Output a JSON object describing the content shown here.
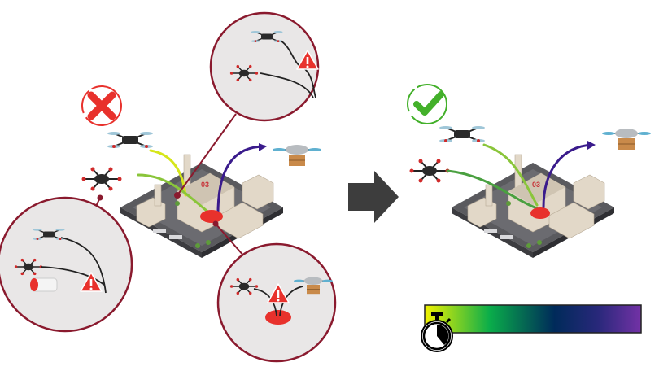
{
  "scenes": {
    "before": {
      "status": "fail",
      "building_label": "03"
    },
    "after": {
      "status": "success",
      "building_label": "03"
    }
  },
  "colors": {
    "callout_border": "#8a1a2e",
    "callout_fill": "#e9e7e7",
    "fail": "#e8312c",
    "success": "#43b02a",
    "warning": "#e8312c",
    "arrow": "#3d3d3d",
    "colorbar": [
      "#f2f200",
      "#0aad4a",
      "#002a5a",
      "#1f2b7a",
      "#7332a6"
    ]
  },
  "colorbar": {
    "meaning": "time",
    "icon": "stopwatch-icon"
  }
}
